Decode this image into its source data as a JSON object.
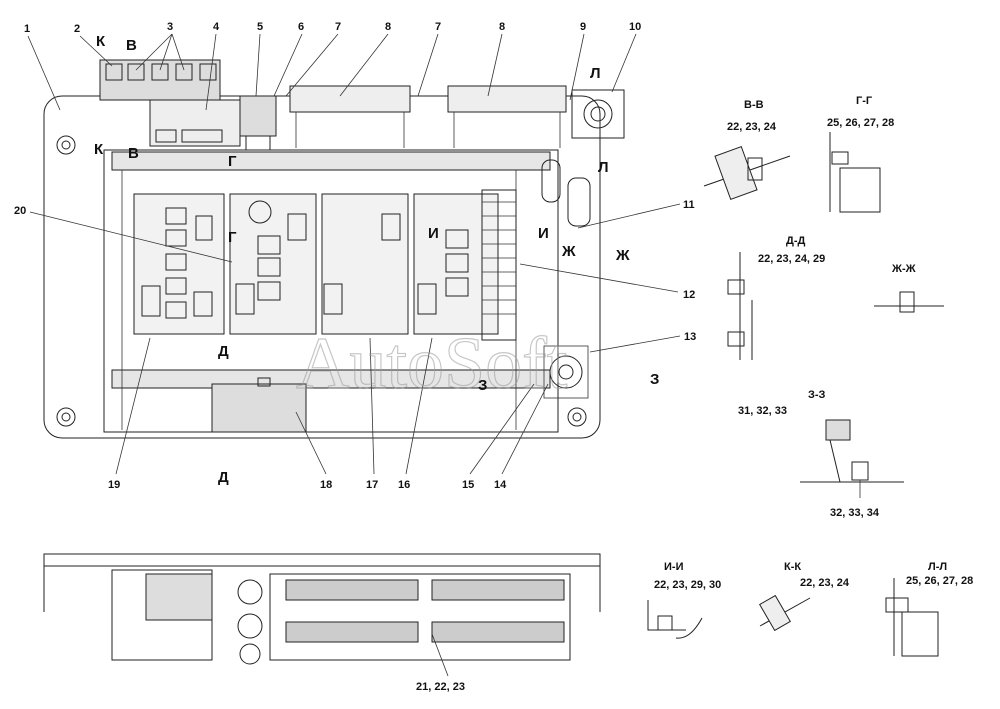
{
  "watermark": "AutoSoft",
  "callouts": {
    "n1": "1",
    "n2": "2",
    "n3": "3",
    "n4": "4",
    "n5": "5",
    "n6": "6",
    "n7a": "7",
    "n8a": "8",
    "n7b": "7",
    "n8b": "8",
    "n9": "9",
    "n10": "10",
    "n11": "11",
    "n12": "12",
    "n13": "13",
    "n14": "14",
    "n15": "15",
    "n16": "16",
    "n17": "17",
    "n18": "18",
    "n19": "19",
    "n20": "20",
    "n21": "21, 22, 23"
  },
  "section_marks": {
    "k1": "К",
    "k2": "К",
    "v1": "В",
    "v2": "В",
    "g1": "Г",
    "g2": "Г",
    "d1": "Д",
    "d2": "Д",
    "i1": "И",
    "i2": "И",
    "zh1": "Ж",
    "zh2": "Ж",
    "z1": "З",
    "z2": "З",
    "l1": "Л",
    "l2": "Л"
  },
  "sections": [
    {
      "title": "В-В",
      "parts": "22, 23, 24"
    },
    {
      "title": "Г-Г",
      "parts": "25, 26, 27, 28"
    },
    {
      "title": "Д-Д",
      "parts": "22, 23, 24, 29"
    },
    {
      "title": "Ж-Ж",
      "parts": ""
    },
    {
      "title": "З-З",
      "parts": "31, 32, 33"
    },
    {
      "title": "",
      "parts": "32, 33, 34"
    },
    {
      "title": "И-И",
      "parts": "22, 23, 29, 30"
    },
    {
      "title": "К-К",
      "parts": "22, 23, 24"
    },
    {
      "title": "Л-Л",
      "parts": "25, 26, 27, 28"
    }
  ]
}
